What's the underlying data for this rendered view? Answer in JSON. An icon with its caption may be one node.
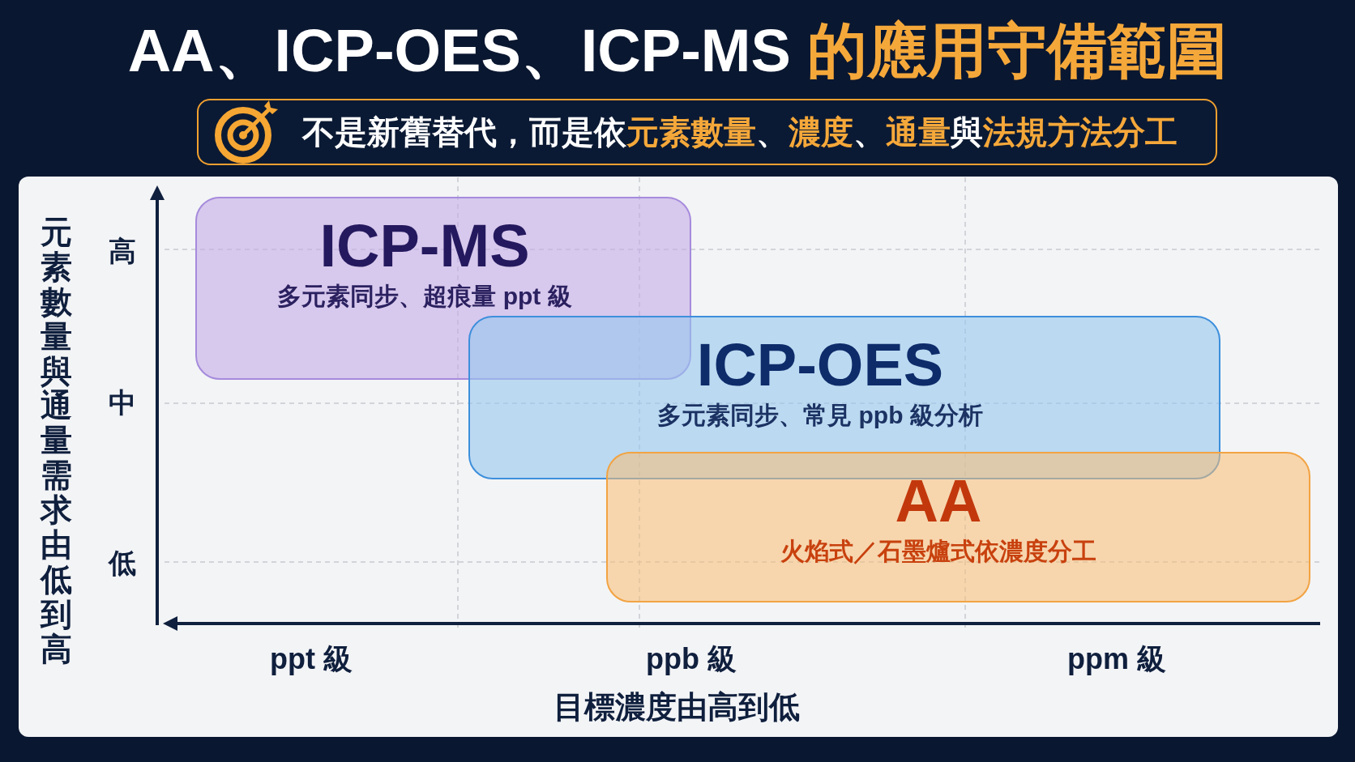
{
  "diagram": {
    "title": "AA、ICP-OES、ICP-MS **的應用守備範圍**",
    "nodes": [
      {
        "text": [
          "不是新舊替代，而是依**元素數量**、**濃度**、**通量**與**法規方法分工**"
        ]
      },
      {
        "text": [
          "ICP-MS",
          "多元素同步、超痕量 ppt 級"
        ]
      },
      {
        "text": [
          "ICP-OES",
          "多元素同步、常見 ppb 級分析"
        ]
      },
      {
        "text": [
          "AA",
          "火焰式／石墨爐式依濃度分工"
        ]
      }
    ],
    "labels": [
      "元素數量與通量需求由低到高",
      "高",
      "中",
      "低",
      "ppt 級",
      "ppb 級",
      "ppm 級",
      "目標濃度由高到低"
    ]
  }
}
